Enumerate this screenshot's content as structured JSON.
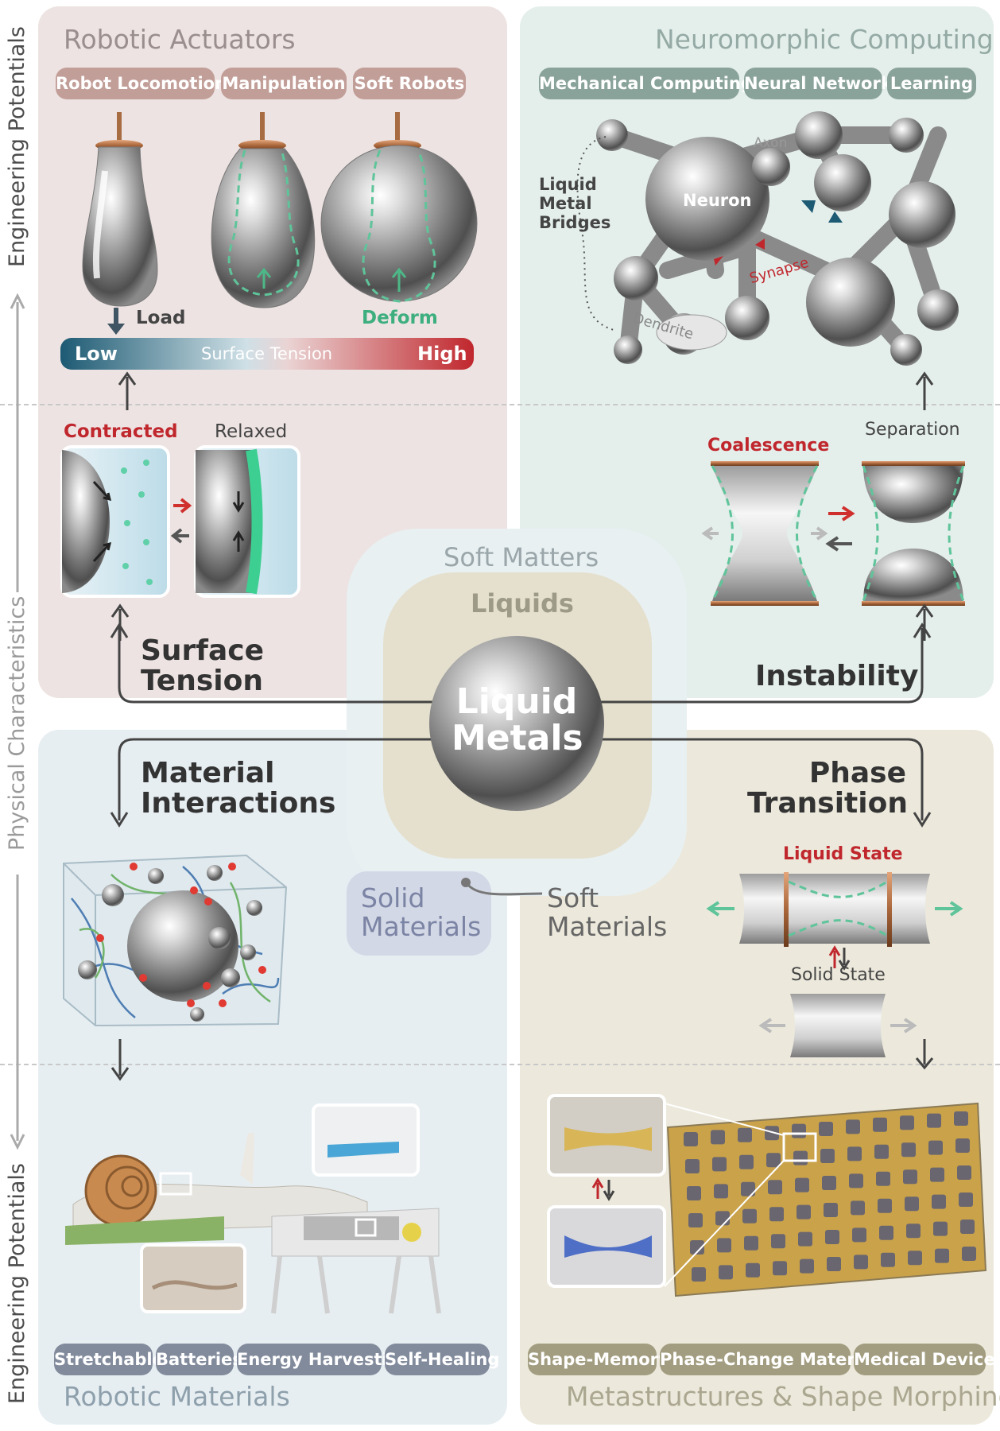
{
  "side_labels": {
    "top": "Engineering Potentials",
    "middle": "Physical Characteristics",
    "bottom": "Engineering Potentials"
  },
  "robotic_actuators": {
    "title": "Robotic Actuators",
    "tags": [
      "Robot Locomotion",
      "Manipulation",
      "Soft Robots"
    ],
    "load": "Load",
    "deform": "Deform",
    "bar_low": "Low",
    "bar_mid": "Surface Tension",
    "bar_high": "High"
  },
  "neuromorphic": {
    "title": "Neuromorphic Computing",
    "tags": [
      "Mechanical Computing",
      "Neural Network",
      "Learning"
    ],
    "axon": "Axon",
    "neuron": "Neuron",
    "bridges": "Liquid Metal Bridges",
    "synapse": "Synapse",
    "dendrite": "Dendrite"
  },
  "surface_tension": {
    "contracted": "Contracted",
    "relaxed": "Relaxed",
    "name": "Surface Tension"
  },
  "instability": {
    "coalescence": "Coalescence",
    "separation": "Separation",
    "name": "Instability"
  },
  "center": {
    "soft_matters": "Soft Matters",
    "liquids": "Liquids",
    "liquid_metals": "Liquid Metals",
    "solid_materials": "Solid Materials",
    "soft_materials": "Soft Materials"
  },
  "material_interactions": {
    "name": "Material Interactions"
  },
  "phase_transition": {
    "name": "Phase Transition",
    "liquid_state": "Liquid State",
    "solid_state": "Solid State"
  },
  "robotic_materials": {
    "title": "Robotic Materials",
    "tags": [
      "Stretchable",
      "Batteries",
      "Energy Harvesting",
      "Self-Healing"
    ]
  },
  "metastructures": {
    "title": "Metastructures & Shape Morphing",
    "tags": [
      "Shape-Memory",
      "Phase-Change Materials",
      "Medical Devices"
    ]
  },
  "colors": {
    "accent_red": "#c0272d",
    "accent_green": "#3fc79a",
    "accent_teal": "#1d5a73",
    "metal": "#8a8a8a"
  }
}
